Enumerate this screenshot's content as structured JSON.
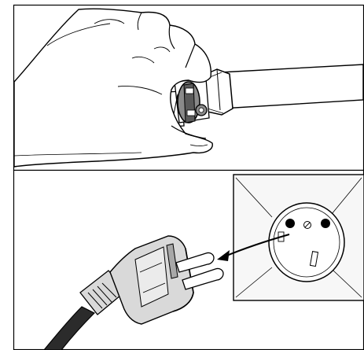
{
  "figure": {
    "panels": [
      {
        "id": "top",
        "content": "hand-closing-water-valve"
      },
      {
        "id": "bottom",
        "content": "unplug-power-cord-from-socket"
      }
    ],
    "colors": {
      "line": "#000000",
      "background": "#ffffff",
      "valve_fill": "#8a8a8a",
      "valve_dark": "#5a5a5a",
      "plug_fill": "#d9d9d9",
      "plug_shadow": "#a8a8a8",
      "cable": "#2b2b2b",
      "socket_face": "#f7f7f7"
    },
    "icons": [
      "hand-icon",
      "valve-icon",
      "plug-icon",
      "socket-icon",
      "arrow-icon"
    ]
  }
}
